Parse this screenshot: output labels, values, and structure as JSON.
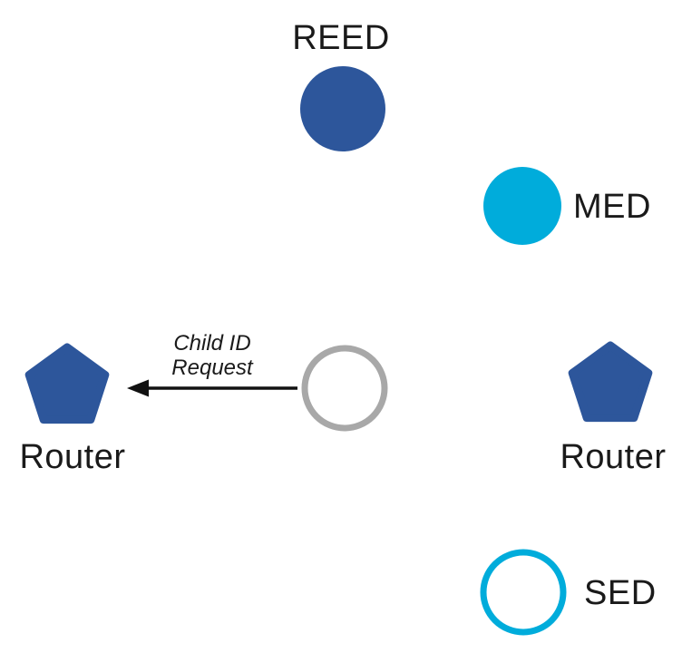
{
  "colors": {
    "router_blue": "#2D569B",
    "device_cyan": "#00ACDB",
    "joining_gray": "#A8A8A8",
    "text": "#1A1A1A",
    "arrow": "#111111",
    "white_fill": "#FFFFFF"
  },
  "diagram": {
    "nodes": {
      "reed": {
        "label": "REED",
        "shape": "circle",
        "style": "filled"
      },
      "med": {
        "label": "MED",
        "shape": "circle",
        "style": "filled"
      },
      "joining_device": {
        "label": "",
        "shape": "circle",
        "style": "outlined"
      },
      "router_left": {
        "label": "Router",
        "shape": "pentagon",
        "style": "filled"
      },
      "router_right": {
        "label": "Router",
        "shape": "pentagon",
        "style": "filled"
      },
      "sed": {
        "label": "SED",
        "shape": "circle",
        "style": "outlined"
      }
    },
    "message": {
      "line1": "Child ID",
      "line2": "Request",
      "from": "joining_device",
      "to": "router_left"
    }
  }
}
